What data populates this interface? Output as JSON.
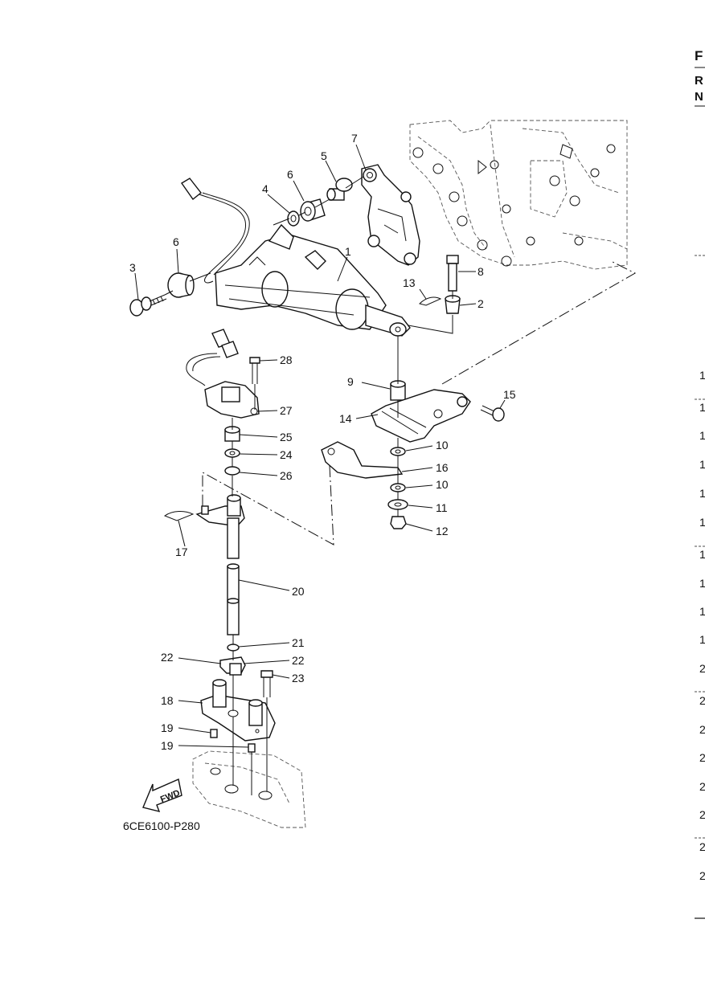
{
  "diagram": {
    "code": "6CE6100-P280",
    "fwd_label": "FWD",
    "callouts": [
      {
        "id": "c1",
        "text": "1"
      },
      {
        "id": "c2",
        "text": "2"
      },
      {
        "id": "c3",
        "text": "3"
      },
      {
        "id": "c4",
        "text": "4"
      },
      {
        "id": "c5",
        "text": "5"
      },
      {
        "id": "c6a",
        "text": "6"
      },
      {
        "id": "c6b",
        "text": "6"
      },
      {
        "id": "c7",
        "text": "7"
      },
      {
        "id": "c8",
        "text": "8"
      },
      {
        "id": "c9",
        "text": "9"
      },
      {
        "id": "c10a",
        "text": "10"
      },
      {
        "id": "c10b",
        "text": "10"
      },
      {
        "id": "c11",
        "text": "11"
      },
      {
        "id": "c12",
        "text": "12"
      },
      {
        "id": "c13",
        "text": "13"
      },
      {
        "id": "c14",
        "text": "14"
      },
      {
        "id": "c15",
        "text": "15"
      },
      {
        "id": "c16",
        "text": "16"
      },
      {
        "id": "c17",
        "text": "17"
      },
      {
        "id": "c18",
        "text": "18"
      },
      {
        "id": "c19a",
        "text": "19"
      },
      {
        "id": "c19b",
        "text": "19"
      },
      {
        "id": "c20",
        "text": "20"
      },
      {
        "id": "c21",
        "text": "21"
      },
      {
        "id": "c22a",
        "text": "22"
      },
      {
        "id": "c22b",
        "text": "22"
      },
      {
        "id": "c23",
        "text": "23"
      },
      {
        "id": "c24",
        "text": "24"
      },
      {
        "id": "c25",
        "text": "25"
      },
      {
        "id": "c26",
        "text": "26"
      },
      {
        "id": "c27",
        "text": "27"
      },
      {
        "id": "c28",
        "text": "28"
      }
    ]
  },
  "right_edge": {
    "header": [
      "F",
      "R",
      "N"
    ],
    "rows": [
      "1",
      "1",
      "1",
      "1",
      "1",
      "1",
      "1",
      "1",
      "1",
      "1",
      "2",
      "2",
      "2",
      "2",
      "2",
      "2",
      "2",
      "2"
    ]
  }
}
